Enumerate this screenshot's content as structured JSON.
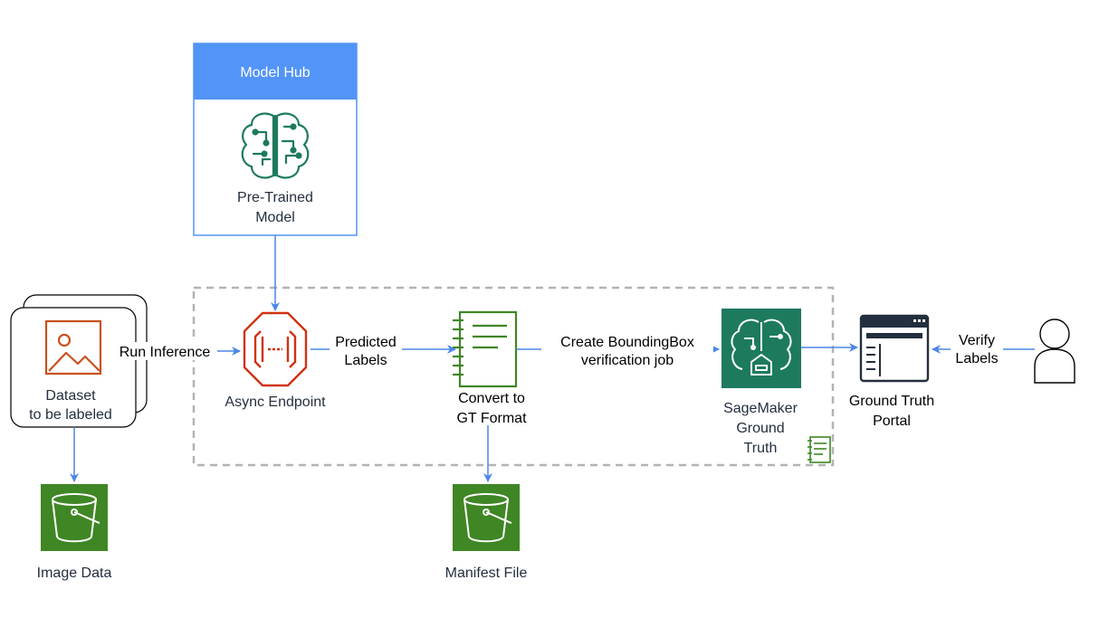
{
  "colors": {
    "arrow": "#4a86e8",
    "hub_header": "#5294f7",
    "hub_border": "#5294f7",
    "ml_green": "#1d7a5f",
    "s3_green": "#3f8624",
    "doc_green": "#3f8624",
    "endpoint_red": "#d13212",
    "image_orange": "#c8511b",
    "dashed_border": "#b3b3b3",
    "icon_dark": "#232f3e"
  },
  "model_hub": {
    "title": "Model Hub",
    "model_label": [
      "Pre-Trained",
      "Model"
    ],
    "model_icon": "brain-circuit-icon"
  },
  "dataset": {
    "label": [
      "Dataset",
      "to be labeled"
    ],
    "icon": "image-icon"
  },
  "image_data": {
    "label": "Image Data",
    "icon": "s3-bucket-icon"
  },
  "endpoint": {
    "label": "Async Endpoint",
    "icon": "async-endpoint-icon"
  },
  "convert": {
    "label": [
      "Convert to",
      "GT Format"
    ],
    "icon": "notebook-icon"
  },
  "manifest": {
    "label": "Manifest File",
    "icon": "s3-bucket-icon"
  },
  "sagemaker": {
    "label": [
      "SageMaker",
      "Ground",
      "Truth"
    ],
    "icon": "sagemaker-ground-truth-icon"
  },
  "portal": {
    "label": [
      "Ground Truth",
      "Portal"
    ],
    "icon": "browser-window-icon"
  },
  "user": {
    "icon": "user-icon"
  },
  "edges": {
    "run_inference": "Run Inference",
    "predicted_labels": [
      "Predicted",
      "Labels"
    ],
    "create_job": [
      "Create BoundingBox",
      "verification job"
    ],
    "verify_labels": [
      "Verify",
      "Labels"
    ]
  }
}
